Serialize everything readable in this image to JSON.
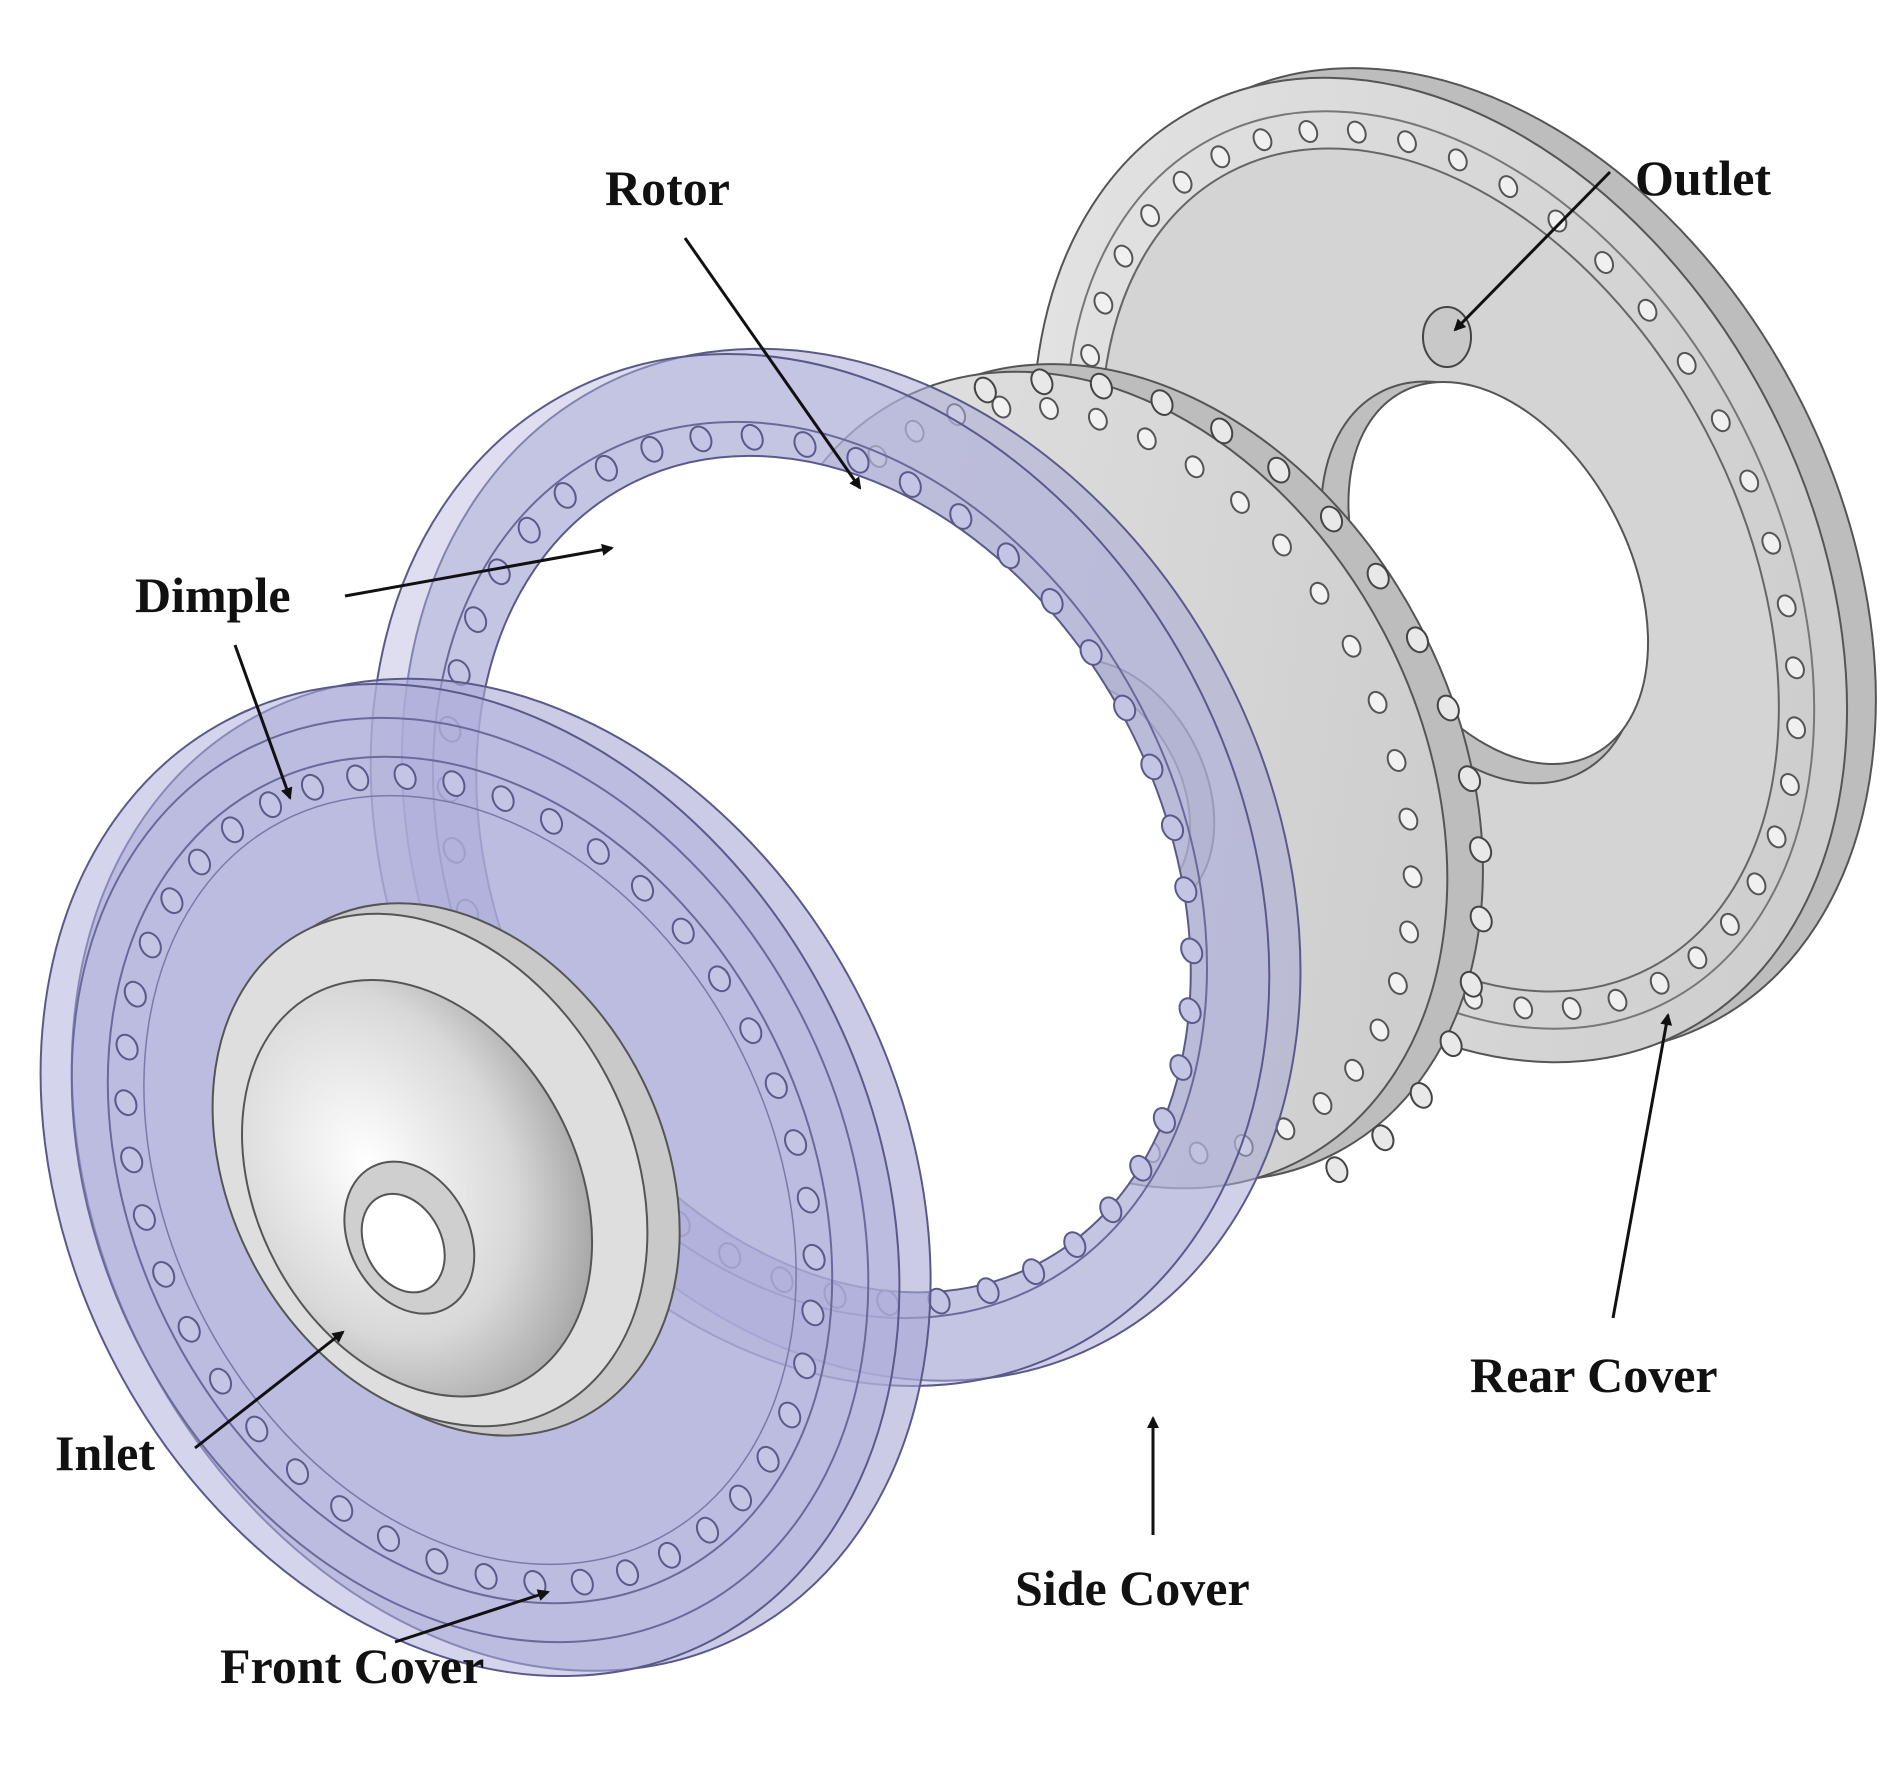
{
  "labels": {
    "rotor": "Rotor",
    "outlet": "Outlet",
    "dimple": "Dimple",
    "inlet": "Inlet",
    "front_cover": "Front Cover",
    "side_cover": "Side Cover",
    "rear_cover": "Rear Cover"
  },
  "colors": {
    "metal_face": "#dadada",
    "metal_edge": "#b9b9b9",
    "transparent_blue": "#a9a9d6",
    "outline": "#444444",
    "hole": "#f2f2f2",
    "label": "#111111"
  }
}
